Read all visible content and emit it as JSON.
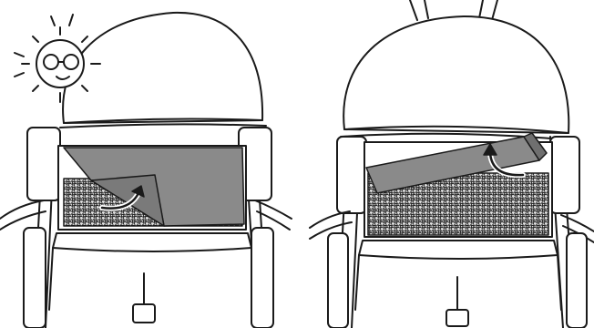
{
  "panels": [
    {
      "id": "left",
      "flap_state": "folded-down",
      "arrow": "curved-up-right",
      "sun_with_sunglasses": true,
      "mesh_window_visible": true
    },
    {
      "id": "right",
      "flap_state": "rolled-up",
      "arrow": "curved-up",
      "sun_with_sunglasses": false,
      "mesh_window_visible": true
    }
  ],
  "icons": [
    "sun-with-sunglasses-icon",
    "curved-arrow-icon"
  ],
  "colors": {
    "line": "#1a1a1a",
    "flap": "#8a8a8a",
    "mesh_dark": "#2e2e2e",
    "background": "#ffffff"
  }
}
